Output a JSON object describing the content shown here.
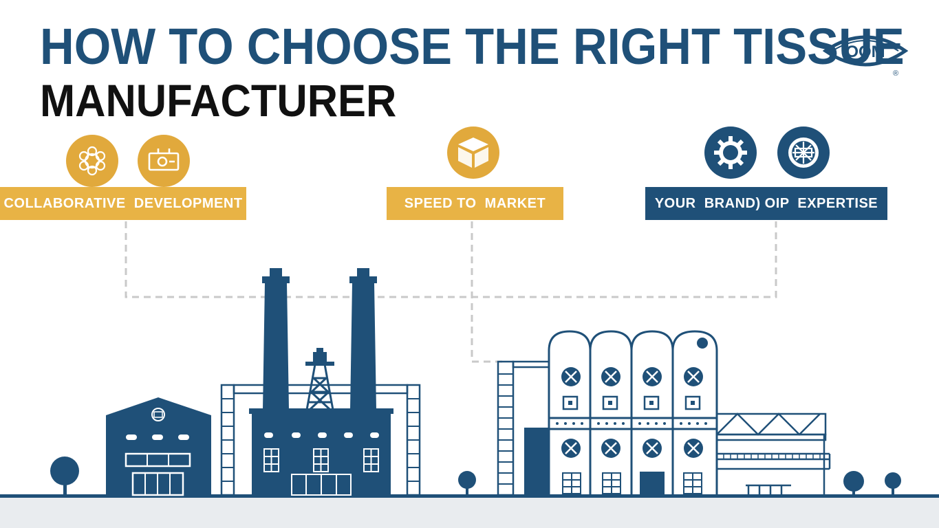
{
  "title": {
    "line1": "HOW TO CHOOSE THE RIGHT TISSUE",
    "line2": "MANUFACTURER"
  },
  "logo": {
    "text": "OOM",
    "mark": "®"
  },
  "banners": [
    {
      "label": "COLLABORATIVE  DEVELOPMENT",
      "color": "#e8b345"
    },
    {
      "label": "SPEED TO  MARKET",
      "color": "#e8b345"
    },
    {
      "label": "YOUR  BRAND) OIP  EXPERTISE",
      "color": "#1f5078"
    }
  ],
  "icons": [
    {
      "name": "flower-gear-icon",
      "color": "#e1a93c"
    },
    {
      "name": "machine-icon",
      "color": "#e1a93c"
    },
    {
      "name": "box-icon",
      "color": "#e1a93c"
    },
    {
      "name": "gear-icon",
      "color": "#1f5078"
    },
    {
      "name": "wheel-icon",
      "color": "#1f5078"
    }
  ],
  "colors": {
    "primary_blue": "#1f5078",
    "gold": "#e8b345",
    "ground": "#e9ecef",
    "dashed_line": "#c9c9c9"
  }
}
